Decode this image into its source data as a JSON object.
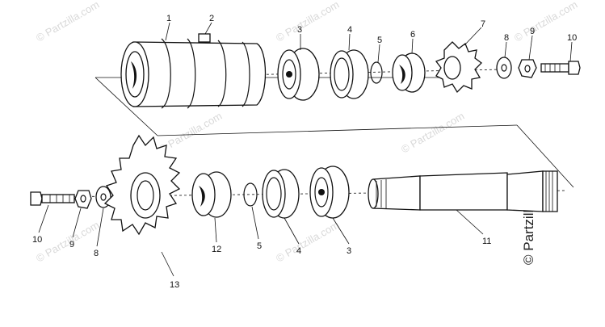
{
  "watermark": {
    "tile_text": "© Partzilla.com",
    "side_text": "© Partzilla.com"
  },
  "callouts": {
    "upper": [
      "1",
      "2",
      "3",
      "4",
      "5",
      "6",
      "7",
      "8",
      "9",
      "10"
    ],
    "lower": [
      "10",
      "9",
      "8",
      "13",
      "12",
      "5",
      "4",
      "3",
      "11"
    ]
  }
}
